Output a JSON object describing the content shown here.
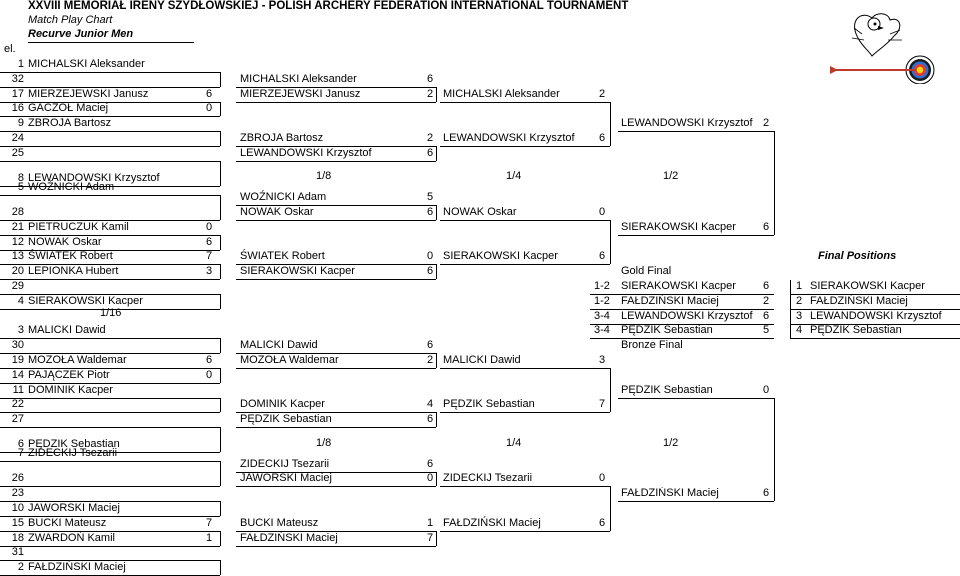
{
  "header": {
    "title": "XXVIII MEMORIAŁ IRENY SZYDŁOWSKIEJ - POLISH ARCHERY FEDERATION INTERNATIONAL TOURNAMENT",
    "chart_name": "Match Play Chart",
    "category": "Recurve Junior Men",
    "el_label": "el."
  },
  "round_labels": {
    "r16": "1/16",
    "r8": "1/8",
    "r4": "1/4",
    "r2": "1/2",
    "gold": "Gold Final",
    "bronze": "Bronze Final",
    "final_positions": "Final Positions"
  },
  "top": {
    "r32": [
      {
        "seed": "1",
        "name": "MICHALSKI Aleksander",
        "score": ""
      },
      {
        "seed": "32",
        "name": "",
        "score": ""
      },
      {
        "seed": "17",
        "name": "MIERZEJEWSKI Janusz",
        "score": "6"
      },
      {
        "seed": "16",
        "name": "GACZOŁ Maciej",
        "score": "0"
      },
      {
        "seed": "9",
        "name": "ZBROJA Bartosz",
        "score": ""
      },
      {
        "seed": "24",
        "name": "",
        "score": ""
      },
      {
        "seed": "25",
        "name": "",
        "score": ""
      },
      {
        "seed": "8",
        "name": "LEWANDOWSKI Krzysztof",
        "score": ""
      },
      {
        "seed": "5",
        "name": "WOŹNICKI Adam",
        "score": ""
      },
      {
        "seed": "28",
        "name": "",
        "score": ""
      },
      {
        "seed": "21",
        "name": "PIETRUCZUK Kamil",
        "score": "0"
      },
      {
        "seed": "12",
        "name": "NOWAK Oskar",
        "score": "6"
      },
      {
        "seed": "13",
        "name": "ŚWIATEK Robert",
        "score": "7"
      },
      {
        "seed": "20",
        "name": "LEPIONKA Hubert",
        "score": "3"
      },
      {
        "seed": "29",
        "name": "",
        "score": ""
      },
      {
        "seed": "4",
        "name": "SIERAKOWSKI Kacper",
        "score": ""
      }
    ],
    "r16": [
      {
        "name": "MICHALSKI Aleksander",
        "score": "6"
      },
      {
        "name": "MIERZEJEWSKI Janusz",
        "score": "2"
      },
      {
        "name": "ZBROJA Bartosz",
        "score": "2"
      },
      {
        "name": "LEWANDOWSKI Krzysztof",
        "score": "6"
      },
      {
        "name": "WOŹNICKI Adam",
        "score": "5"
      },
      {
        "name": "NOWAK Oskar",
        "score": "6"
      },
      {
        "name": "ŚWIATEK Robert",
        "score": "0"
      },
      {
        "name": "SIERAKOWSKI Kacper",
        "score": "6"
      }
    ],
    "r8": [
      {
        "name": "MICHALSKI Aleksander",
        "score": "2"
      },
      {
        "name": "LEWANDOWSKI Krzysztof",
        "score": "6"
      },
      {
        "name": "NOWAK Oskar",
        "score": "0"
      },
      {
        "name": "SIERAKOWSKI Kacper",
        "score": "6"
      }
    ],
    "r4": [
      {
        "name": "LEWANDOWSKI Krzysztof",
        "score": "2"
      },
      {
        "name": "SIERAKOWSKI Kacper",
        "score": "6"
      }
    ]
  },
  "bottom": {
    "r32": [
      {
        "seed": "3",
        "name": "MALICKI Dawid",
        "score": ""
      },
      {
        "seed": "30",
        "name": "",
        "score": ""
      },
      {
        "seed": "19",
        "name": "MOZOŁA Waldemar",
        "score": "6"
      },
      {
        "seed": "14",
        "name": "PAJĄCZEK Piotr",
        "score": "0"
      },
      {
        "seed": "11",
        "name": "DOMINIK Kacper",
        "score": ""
      },
      {
        "seed": "22",
        "name": "",
        "score": ""
      },
      {
        "seed": "27",
        "name": "",
        "score": ""
      },
      {
        "seed": "6",
        "name": "PĘDZIK Sebastian",
        "score": ""
      },
      {
        "seed": "7",
        "name": "ZIDECKIJ Tsezarii",
        "score": ""
      },
      {
        "seed": "26",
        "name": "",
        "score": ""
      },
      {
        "seed": "23",
        "name": "",
        "score": ""
      },
      {
        "seed": "10",
        "name": "JAWORSKI Maciej",
        "score": ""
      },
      {
        "seed": "15",
        "name": "BUCKI Mateusz",
        "score": "7"
      },
      {
        "seed": "18",
        "name": "ZWARDOŃ Kamil",
        "score": "1"
      },
      {
        "seed": "31",
        "name": "",
        "score": ""
      },
      {
        "seed": "2",
        "name": "FAŁDZIŃSKI Maciej",
        "score": ""
      }
    ],
    "r16": [
      {
        "name": "MALICKI Dawid",
        "score": "6"
      },
      {
        "name": "MOZOŁA Waldemar",
        "score": "2"
      },
      {
        "name": "DOMINIK Kacper",
        "score": "4"
      },
      {
        "name": "PĘDZIK Sebastian",
        "score": "6"
      },
      {
        "name": "ZIDECKIJ Tsezarii",
        "score": "6"
      },
      {
        "name": "JAWORSKI Maciej",
        "score": "0"
      },
      {
        "name": "BUCKI Mateusz",
        "score": "1"
      },
      {
        "name": "FAŁDZIŃSKI Maciej",
        "score": "7"
      }
    ],
    "r8": [
      {
        "name": "MALICKI Dawid",
        "score": "3"
      },
      {
        "name": "PĘDZIK Sebastian",
        "score": "7"
      },
      {
        "name": "ZIDECKIJ Tsezarii",
        "score": "0"
      },
      {
        "name": "FAŁDZIŃSKI Maciej",
        "score": "6"
      }
    ],
    "r4": [
      {
        "name": "PĘDZIK Sebastian",
        "score": "0"
      },
      {
        "name": "FAŁDZIŃSKI Maciej",
        "score": "6"
      }
    ]
  },
  "finals": [
    {
      "pos": "1-2",
      "name": "SIERAKOWSKI Kacper",
      "score": "6"
    },
    {
      "pos": "1-2",
      "name": "FAŁDZIŃSKI Maciej",
      "score": "2"
    },
    {
      "pos": "3-4",
      "name": "LEWANDOWSKI Krzysztof",
      "score": "6"
    },
    {
      "pos": "3-4",
      "name": "PĘDZIK Sebastian",
      "score": "5"
    }
  ],
  "final_positions": [
    {
      "rank": "1",
      "name": "SIERAKOWSKI Kacper"
    },
    {
      "rank": "2",
      "name": "FAŁDZIŃSKI Maciej"
    },
    {
      "rank": "3",
      "name": "LEWANDOWSKI Krzysztof"
    },
    {
      "rank": "4",
      "name": "PĘDZIK Sebastian"
    }
  ]
}
